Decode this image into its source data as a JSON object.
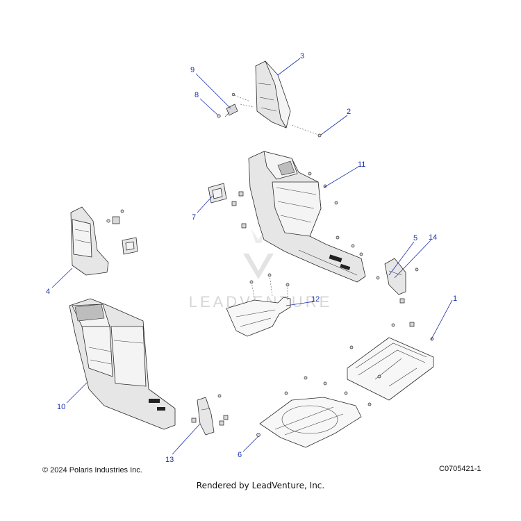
{
  "watermark": {
    "text": "LEADVENTURE"
  },
  "footer": {
    "copyright": "© 2024 Polaris Industries Inc.",
    "part_number": "C0705421-1",
    "rendered_by": "Rendered by LeadVenture, Inc."
  },
  "callouts": {
    "c1": "1",
    "c2": "2",
    "c3": "3",
    "c4": "4",
    "c5": "5",
    "c6": "6",
    "c7": "7",
    "c8": "8",
    "c9": "9",
    "c10": "10",
    "c11": "11",
    "c12": "12",
    "c13": "13",
    "c14": "14"
  },
  "colors": {
    "callout": "#1a2fb0",
    "line_art": "#2a2a2a",
    "part_fill": "#e6e6e6"
  }
}
